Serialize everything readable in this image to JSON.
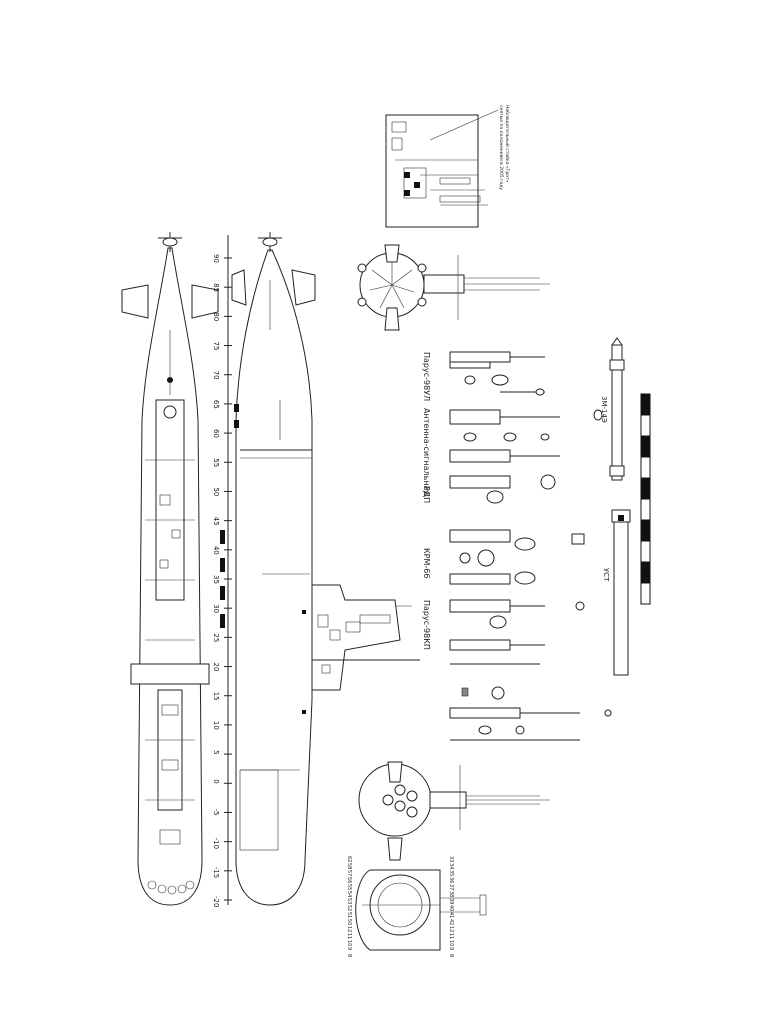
{
  "scale_ruler": {
    "ticks": [
      "90",
      "85",
      "80",
      "75",
      "70",
      "65",
      "60",
      "55",
      "50",
      "45",
      "40",
      "35",
      "30",
      "25",
      "20",
      "15",
      "10",
      "5",
      "0",
      "-5",
      "-10",
      "-15",
      "-20"
    ]
  },
  "labels": {
    "sail_note": [
      "Наблюдательный стойка «Грот»",
      "снятые по положениям в 2005 году"
    ],
    "paruss_98u": "Парус-98УЛ",
    "antenna": "Антенна-сигнальная",
    "rdp": "РДП",
    "krm": "КРМ-66",
    "paruss_98kp": "Парус-98КП",
    "zm": "3М-14Э",
    "ust": "УСТ"
  },
  "section_numbers": {
    "left": [
      "62",
      "58",
      "57",
      "56",
      "55",
      "54",
      "53",
      "52",
      "51",
      "50",
      "12",
      "11",
      "10",
      "9",
      "8"
    ],
    "right": [
      "33",
      "34",
      "35",
      "36",
      "37",
      "38",
      "39",
      "40",
      "41",
      "42",
      "12",
      "11",
      "10",
      "9",
      "8"
    ]
  }
}
